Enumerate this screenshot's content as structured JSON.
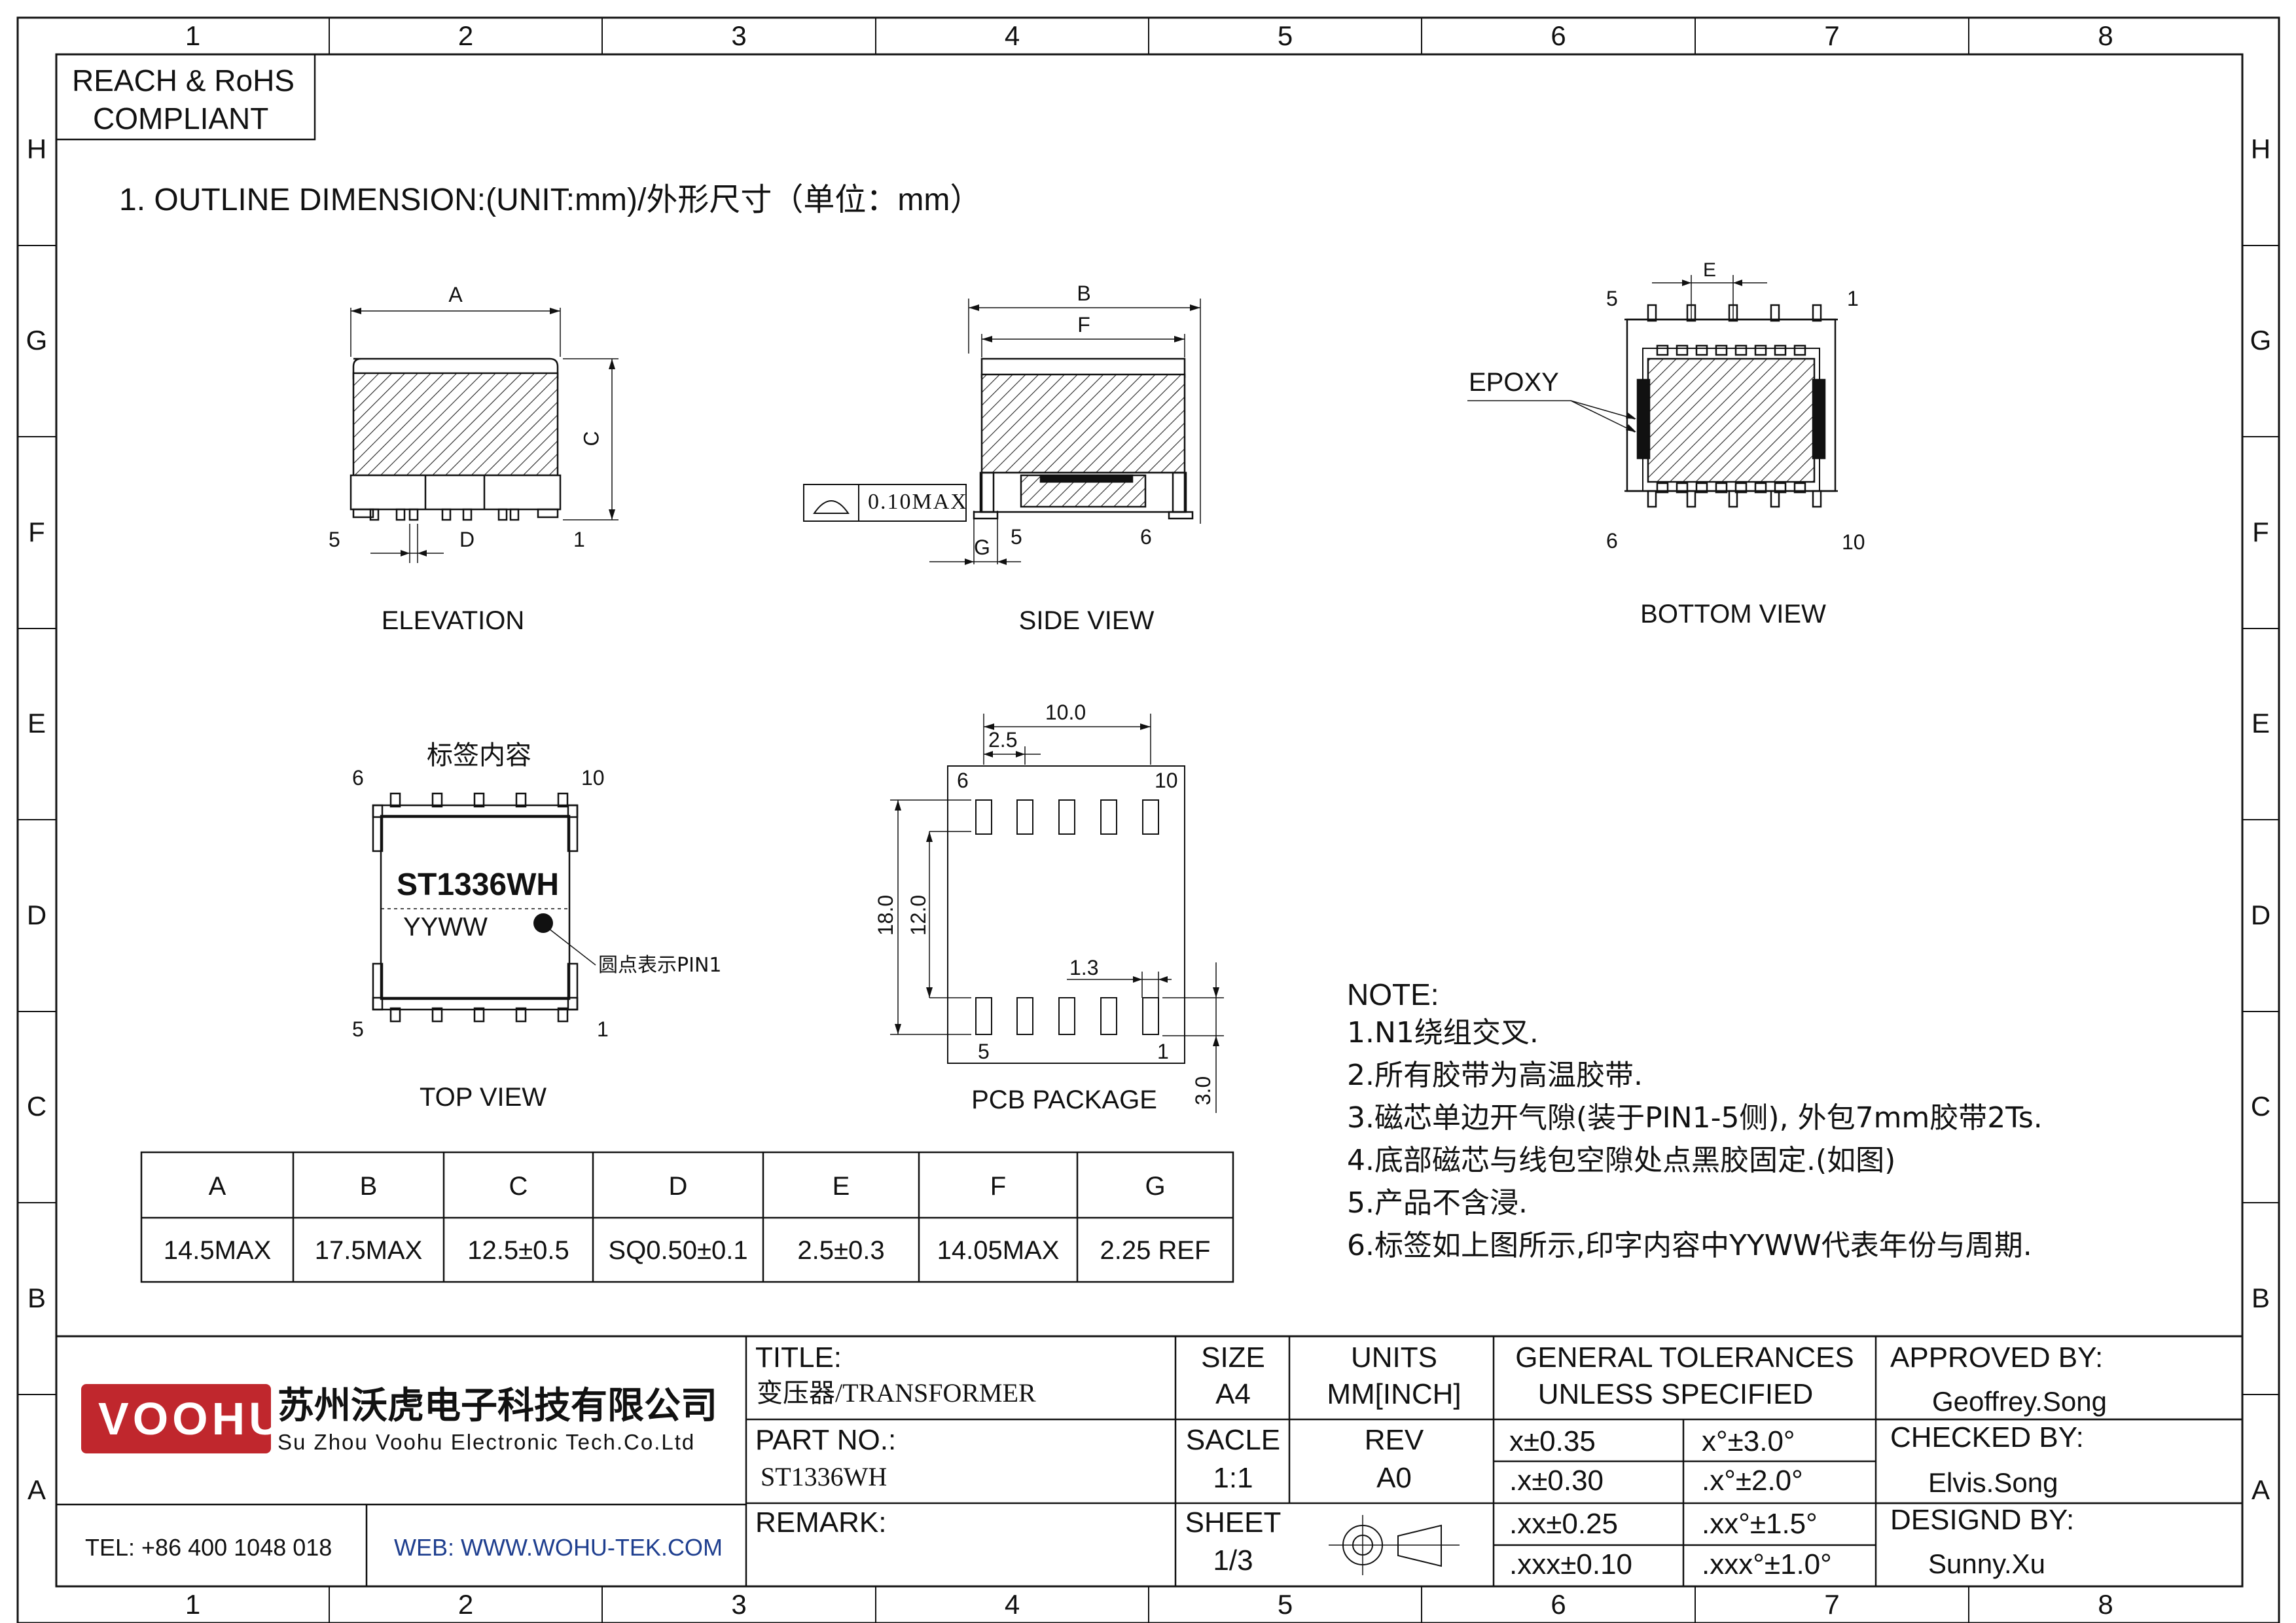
{
  "grid": {
    "columns": [
      "1",
      "2",
      "3",
      "4",
      "5",
      "6",
      "7",
      "8"
    ],
    "rows": [
      "H",
      "G",
      "F",
      "E",
      "D",
      "C",
      "B",
      "A"
    ]
  },
  "compliance": {
    "line1": "REACH & RoHS",
    "line2": "COMPLIANT"
  },
  "heading": "1. OUTLINE DIMENSION:(UNIT:mm)/外形尺寸（单位：mm）",
  "views": {
    "elevation": {
      "title": "ELEVATION",
      "dim_a": "A",
      "dim_c": "C",
      "dim_d": "D",
      "pin_left": "5",
      "pin_right": "1"
    },
    "side": {
      "title": "SIDE VIEW",
      "dim_b": "B",
      "dim_f": "F",
      "dim_g": "G",
      "flatness": "0.10MAX",
      "pin_left": "5",
      "pin_right": "6"
    },
    "bottom": {
      "title": "BOTTOM VIEW",
      "dim_e": "E",
      "epoxy": "EPOXY",
      "pin_tl": "5",
      "pin_tr": "1",
      "pin_bl": "6",
      "pin_br": "10"
    },
    "top": {
      "title": "TOP VIEW",
      "label_content": "标签内容",
      "part": "ST1336WH",
      "date_code": "YYWW",
      "pin1_note": "圆点表示PIN1",
      "pin_tl": "6",
      "pin_tr": "10",
      "pin_bl": "5",
      "pin_br": "1"
    },
    "pcb": {
      "title": "PCB PACKAGE",
      "dim_width": "10.0",
      "dim_pitch": "2.5",
      "dim_height": "18.0",
      "dim_inner": "12.0",
      "dim_pad_w": "1.3",
      "dim_pad_h": "3.0",
      "pin_tl": "6",
      "pin_tr": "10",
      "pin_bl": "5",
      "pin_br": "1"
    }
  },
  "dimension_table": {
    "headers": [
      "A",
      "B",
      "C",
      "D",
      "E",
      "F",
      "G"
    ],
    "values": [
      "14.5MAX",
      "17.5MAX",
      "12.5±0.5",
      "SQ0.50±0.1",
      "2.5±0.3",
      "14.05MAX",
      "2.25 REF"
    ]
  },
  "notes": {
    "title": "NOTE:",
    "items": [
      "1.N1绕组交叉.",
      "2.所有胶带为高温胶带.",
      "3.磁芯单边开气隙(装于PIN1-5侧), 外包7mm胶带2Ts.",
      "4.底部磁芯与线包空隙处点黑胶固定.(如图)",
      "5.产品不含浸.",
      "6.标签如上图所示,印字内容中YYWW代表年份与周期."
    ]
  },
  "title_block": {
    "logo": "VOOHU",
    "company_cn": "苏州沃虎电子科技有限公司",
    "company_en": "Su Zhou Voohu Electronic Tech.Co.Ltd",
    "tel": "TEL: +86 400 1048 018",
    "web": "WEB: WWW.WOHU-TEK.COM",
    "title_label": "TITLE:",
    "title_value": "变压器/TRANSFORMER",
    "part_label": "PART NO.:",
    "part_value": "ST1336WH",
    "remark_label": "REMARK:",
    "size_label": "SIZE",
    "size_value": "A4",
    "units_label": "UNITS",
    "units_value": "MM[INCH]",
    "scale_label": "SACLE",
    "scale_value": "1:1",
    "rev_label": "REV",
    "rev_value": "A0",
    "sheet_label": "SHEET",
    "sheet_value": "1/3",
    "tol_title1": "GENERAL TOLERANCES",
    "tol_title2": "UNLESS SPECIFIED",
    "tolerances": [
      [
        "x±0.35",
        "x°±3.0°"
      ],
      [
        ".x±0.30",
        ".x°±2.0°"
      ],
      [
        ".xx±0.25",
        ".xx°±1.5°"
      ],
      [
        ".xxx±0.10",
        ".xxx°±1.0°"
      ]
    ],
    "approved_label": "APPROVED BY:",
    "approved_value": "Geoffrey.Song",
    "checked_label": "CHECKED BY:",
    "checked_value": "Elvis.Song",
    "designed_label": "DESIGND BY:",
    "designed_value": "Sunny.Xu"
  },
  "colors": {
    "logo_red": "#c0272d",
    "web_blue": "#1f3f8f",
    "line": "#111111"
  }
}
